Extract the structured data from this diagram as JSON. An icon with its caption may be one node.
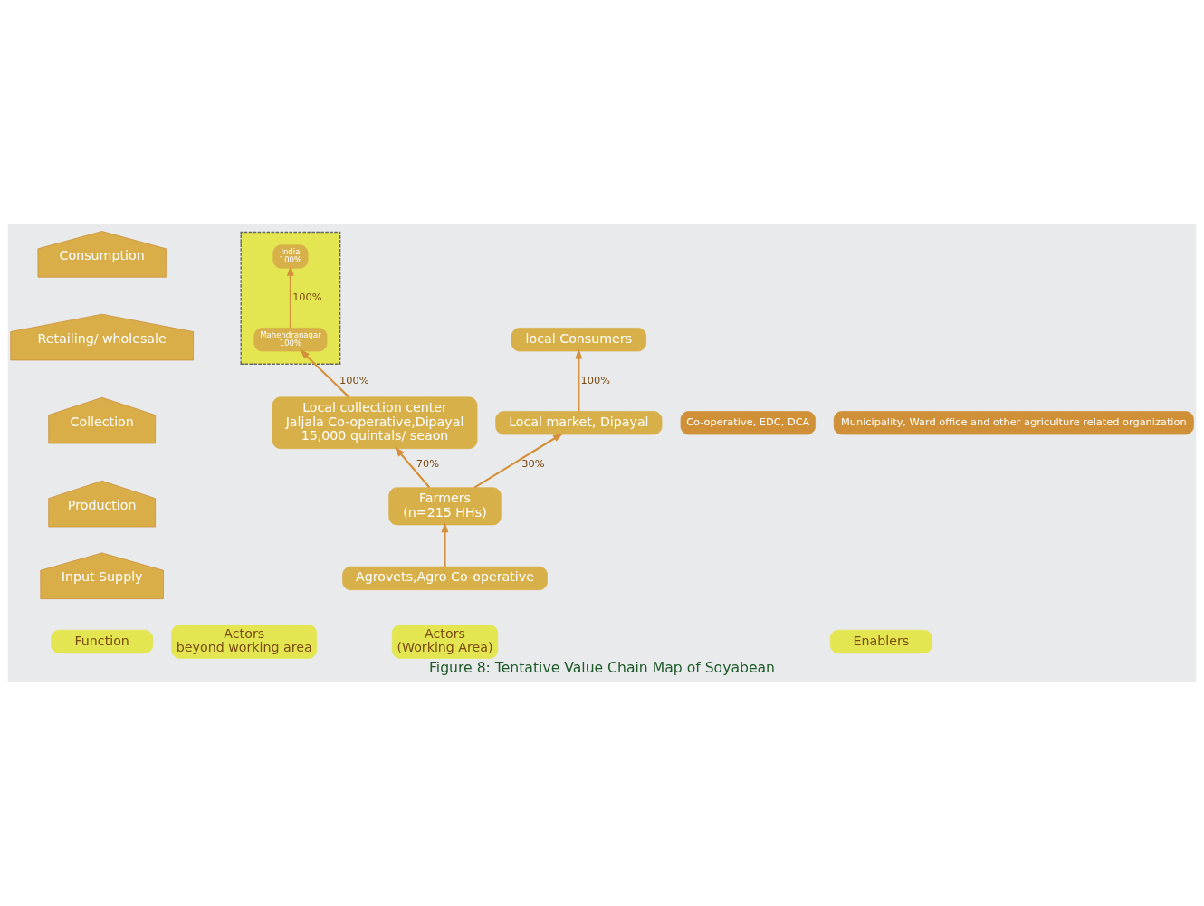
{
  "diagram": {
    "caption": "Figure 8: Tentative Value Chain Map of Soyabean",
    "nodes": [
      {
        "text": [
          "Consumption"
        ]
      },
      {
        "text": [
          "Retailing/ wholesale"
        ]
      },
      {
        "text": [
          "Collection"
        ]
      },
      {
        "text": [
          "Production"
        ]
      },
      {
        "text": [
          "Input Supply"
        ]
      },
      {
        "text": [
          "Function"
        ]
      },
      {
        "text": [
          "local Consumers"
        ]
      },
      {
        "text": [
          "Local market, Dipayal"
        ]
      },
      {
        "text": [
          "Local collection center",
          "Jaljala Co-operative,Dipayal",
          "15,000 quintals/ seaon"
        ]
      },
      {
        "text": [
          "Farmers",
          "(n=215 HHs)"
        ]
      },
      {
        "text": [
          "Agrovets,Agro Co-operative"
        ]
      },
      {
        "text": [
          "Actors",
          "(Working Area)"
        ]
      },
      {
        "text": [],
        "shape": "box"
      },
      {
        "text": [
          "India",
          "100%"
        ],
        "in": 12
      },
      {
        "text": [
          "Mahendranagar",
          "100%"
        ],
        "in": 12
      },
      {
        "text": [
          "Actors",
          "beyond working area"
        ]
      },
      {
        "text": [
          "Co-operative, EDC, DCA"
        ]
      },
      {
        "text": [
          "Municipality, Ward office and other agriculture related organization"
        ]
      },
      {
        "text": [
          "Enablers"
        ]
      }
    ],
    "edges": [
      {
        "from": 10,
        "to": 9,
        "arrow": "to"
      },
      {
        "from": 9,
        "to": 8,
        "arrow": "to",
        "label": "70%"
      },
      {
        "from": 9,
        "to": 7,
        "arrow": "to",
        "label": "30%"
      },
      {
        "from": 8,
        "to": 14,
        "arrow": "to",
        "label": "100%"
      },
      {
        "from": 14,
        "to": 13,
        "arrow": "to",
        "label": "100%"
      },
      {
        "from": 7,
        "to": 6,
        "arrow": "to",
        "label": "100%"
      }
    ]
  }
}
